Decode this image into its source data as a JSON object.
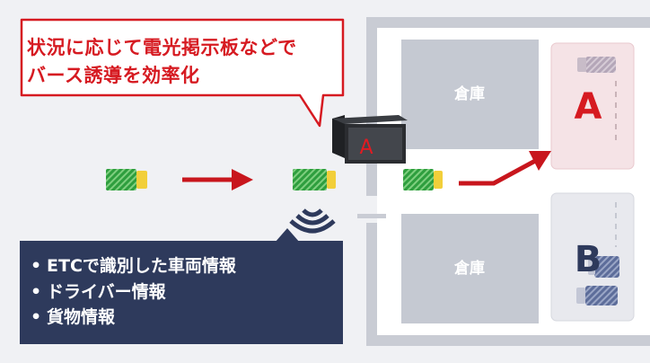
{
  "callout": {
    "line1": "状況に応じて電光掲示板などで",
    "line2": "バース誘導を効率化"
  },
  "sign": {
    "label": "A"
  },
  "warehouses": [
    {
      "label": "倉庫"
    },
    {
      "label": "倉庫"
    }
  ],
  "berths": [
    {
      "label": "A"
    },
    {
      "label": "B"
    }
  ],
  "info": {
    "items": [
      "ETCで識別した車両情報",
      "ドライバー情報",
      "貨物情報"
    ]
  },
  "colors": {
    "accent_red": "#d61a21",
    "navy": "#2e3a5c",
    "truck_green": "#2e9e3e",
    "truck_yellow": "#f2cf3a",
    "warehouse_gray": "#c5c9d2",
    "berth_a_bg": "#f5e3e6",
    "berth_b_bg": "#e8e9ee"
  }
}
